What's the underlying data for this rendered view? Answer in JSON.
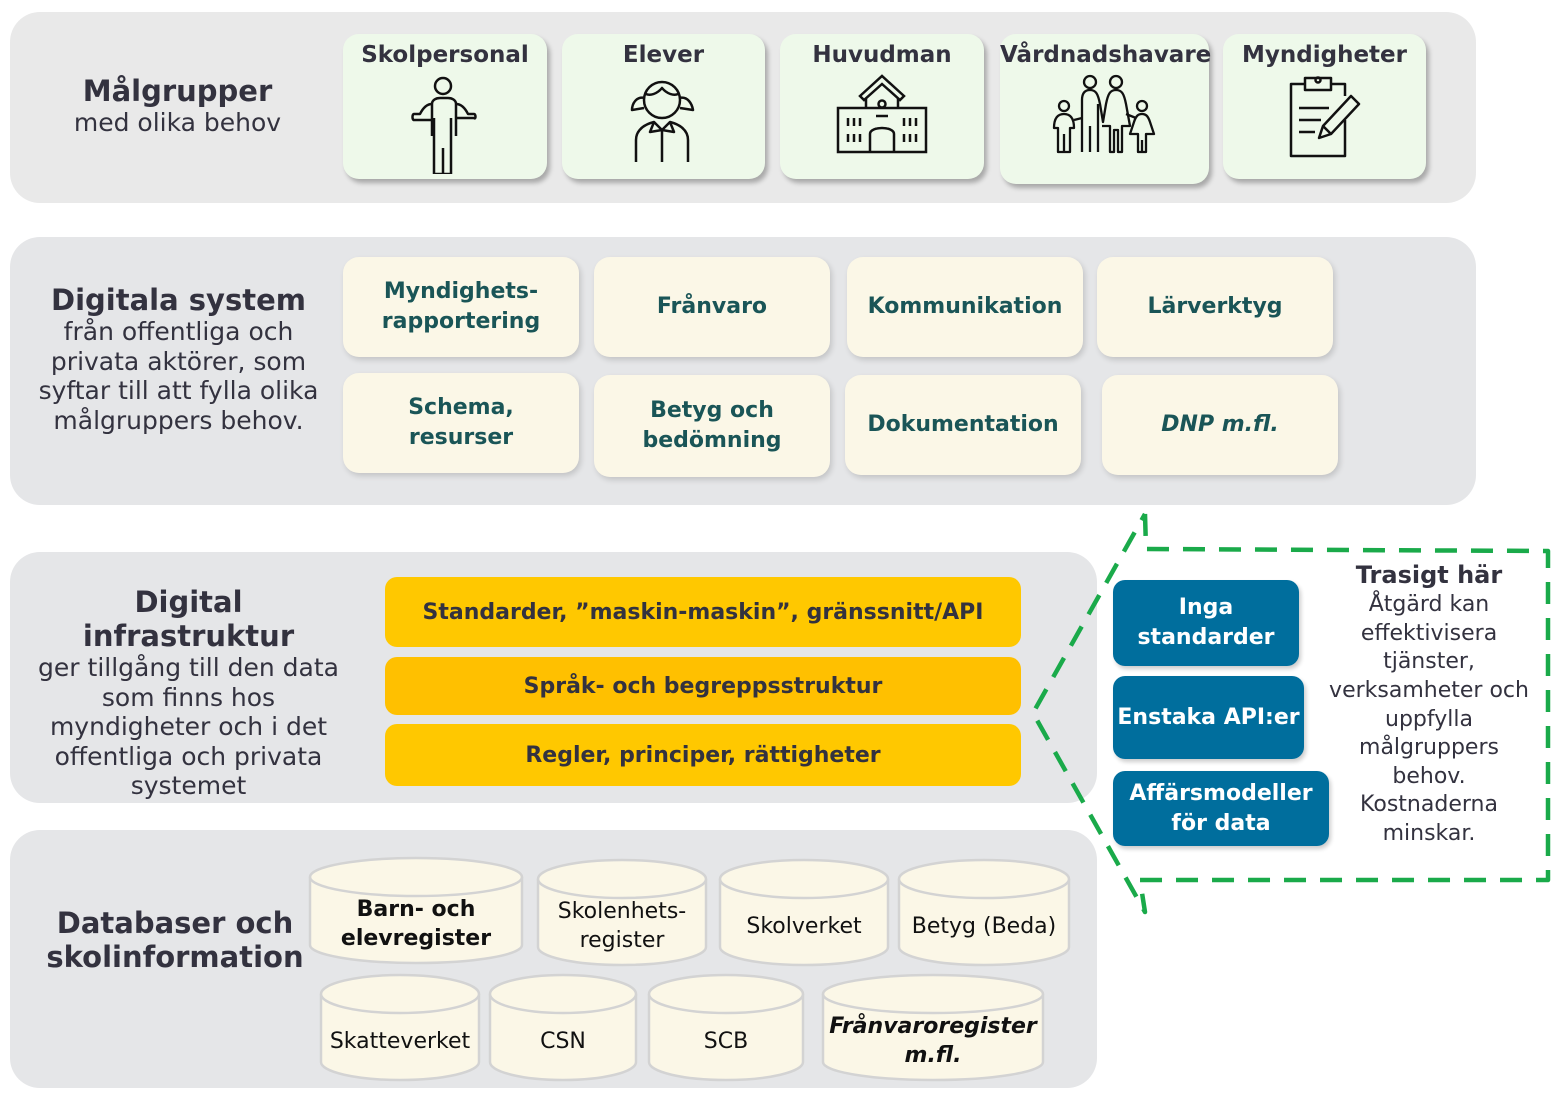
{
  "colors": {
    "panel_bg": "#e9e9e9",
    "target_card_bg": "#eef9ea",
    "system_card_bg": "#fbf7e7",
    "system_text": "#1a5557",
    "infra_bar_1": "#ffc800",
    "infra_bar_2": "#ffc000",
    "infra_bar_3": "#ffc800",
    "problem_box": "#006e9d",
    "dashed_outline": "#1aaa4a",
    "db_fill": "#fbf7e7"
  },
  "target_groups": {
    "title": "Målgrupper",
    "subtitle": "med olika behov",
    "items": [
      {
        "label": "Skolpersonal",
        "icon": "person-shrug-icon"
      },
      {
        "label": "Elever",
        "icon": "student-girl-icon"
      },
      {
        "label": "Huvudman",
        "icon": "school-building-icon"
      },
      {
        "label": "Vårdnadshavare",
        "icon": "family-icon"
      },
      {
        "label": "Myndigheter",
        "icon": "clipboard-pencil-icon"
      }
    ]
  },
  "digital_systems": {
    "title": "Digitala system",
    "subtitle_lines": [
      "från offentliga och",
      "privata aktörer, som",
      "syftar till att fylla olika",
      "målgruppers behov."
    ],
    "items": [
      {
        "line1": "Myndighets-",
        "line2": "rapportering"
      },
      {
        "line1": "Frånvaro",
        "line2": ""
      },
      {
        "line1": "Kommunikation",
        "line2": ""
      },
      {
        "line1": "Lärverktyg",
        "line2": ""
      },
      {
        "line1": "Schema,",
        "line2": "resurser"
      },
      {
        "line1": "Betyg och",
        "line2": "bedömning"
      },
      {
        "line1": "Dokumentation",
        "line2": ""
      },
      {
        "line1": "DNP m.fl.",
        "line2": ""
      }
    ]
  },
  "infrastructure": {
    "title": "Digital infrastruktur",
    "subtitle_lines": [
      "ger tillgång till den data",
      "som finns hos",
      "myndigheter och i det",
      "offentliga och privata",
      "systemet"
    ],
    "layers": [
      "Standarder, ”maskin-maskin”, gränssnitt/API",
      "Språk- och begreppsstruktur",
      "Regler, principer, rättigheter"
    ]
  },
  "problems": {
    "items": [
      {
        "line1": "Inga",
        "line2": "standarder"
      },
      {
        "line1": "Enstaka API:er",
        "line2": ""
      },
      {
        "line1": "Affärsmodeller",
        "line2": "för data"
      }
    ],
    "note_title": "Trasigt här",
    "note_lines": [
      "Åtgärd kan",
      "effektivisera",
      "tjänster,",
      "verksamheter och",
      "uppfylla",
      "målgruppers",
      "behov.",
      "Kostnaderna",
      "minskar."
    ]
  },
  "databases": {
    "title_line1": "Databaser och",
    "title_line2": "skolinformation",
    "row1": [
      {
        "line1": "Barn- och",
        "line2": "elevregister"
      },
      {
        "line1": "Skolenhets-",
        "line2": "register"
      },
      {
        "line1": "Skolverket",
        "line2": ""
      },
      {
        "line1": "Betyg (Beda)",
        "line2": ""
      }
    ],
    "row2": [
      {
        "line1": "Skatteverket",
        "line2": ""
      },
      {
        "line1": "CSN",
        "line2": ""
      },
      {
        "line1": "SCB",
        "line2": ""
      },
      {
        "line1": "Frånvaroregister",
        "line2": "m.fl."
      }
    ]
  }
}
